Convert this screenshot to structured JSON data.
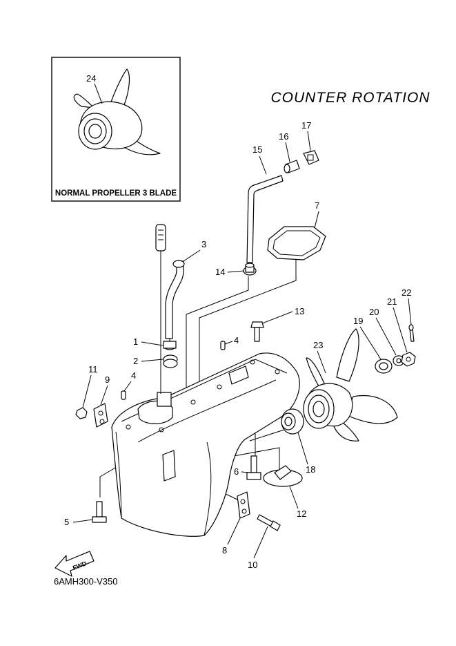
{
  "diagram": {
    "title": "COUNTER  ROTATION",
    "inset_caption": "NORMAL PROPELLER 3 BLADE",
    "drawing_code": "6AMH300-V350",
    "fwd_label": "FWD",
    "callouts": {
      "n1": "1",
      "n2": "2",
      "n3": "3",
      "n4a": "4",
      "n4b": "4",
      "n5": "5",
      "n6": "6",
      "n7": "7",
      "n8": "8",
      "n9": "9",
      "n10": "10",
      "n11": "11",
      "n12": "12",
      "n13": "13",
      "n14": "14",
      "n15": "15",
      "n16": "16",
      "n17": "17",
      "n18": "18",
      "n19": "19",
      "n20": "20",
      "n21": "21",
      "n22": "22",
      "n23": "23",
      "n24": "24"
    }
  }
}
